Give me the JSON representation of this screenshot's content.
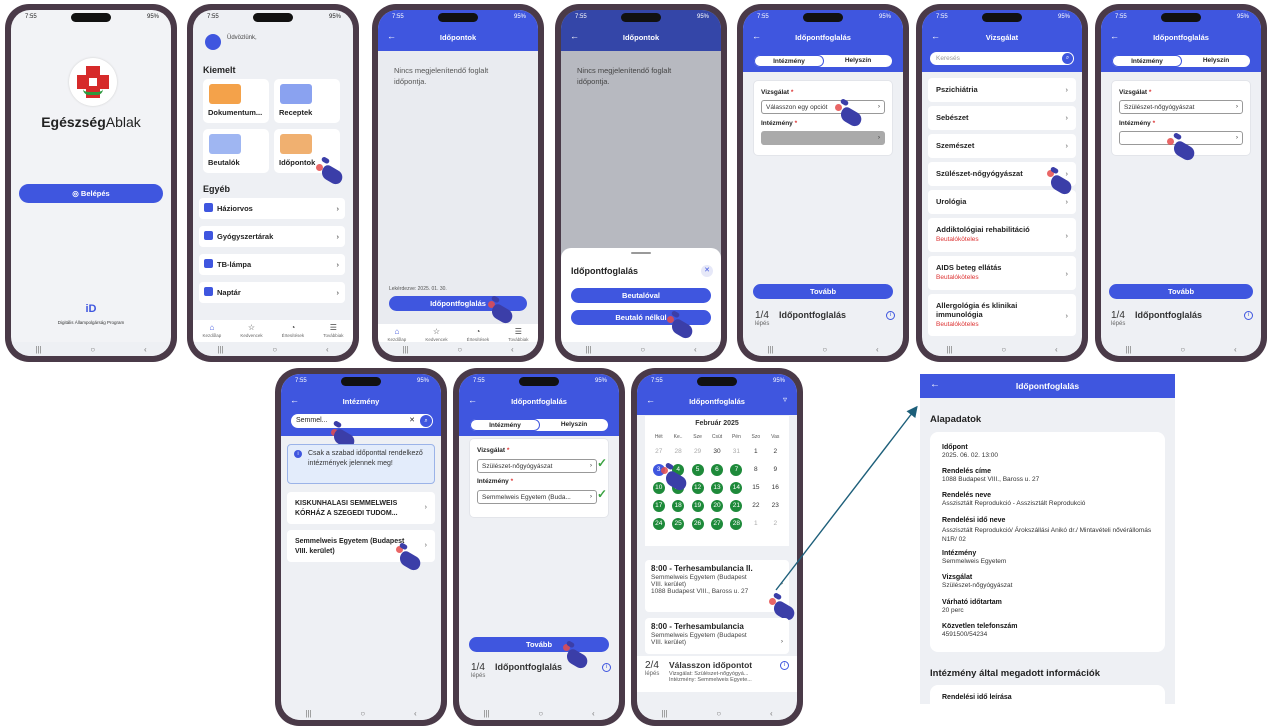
{
  "status": {
    "time": "7:55",
    "battery": "95%"
  },
  "p1": {
    "brand_bold": "Egészség",
    "brand_rest": "Ablak",
    "login": "Belépés",
    "program": "Digitális Állampolgárság Program",
    "id_logo": "iD"
  },
  "p2": {
    "greeting": "Üdvözlünk,",
    "kiemelt": "Kiemelt",
    "tiles": [
      "Dokumentum...",
      "Receptek",
      "Beutalók",
      "Időpontok"
    ],
    "egyeb": "Egyéb",
    "other": [
      "Háziorvos",
      "Gyógyszertárak",
      "TB-lámpa",
      "Naptár"
    ],
    "nav": [
      "Kezdőlap",
      "Kedvencek",
      "Értesítések",
      "Továbbiak"
    ]
  },
  "p3": {
    "title": "Időpontok",
    "empty": "Nincs megjelenítendő foglalt időpontja.",
    "updated": "Lekérdezve: 2025. 01. 30.",
    "book": "Időpontfoglalás"
  },
  "p4": {
    "title": "Időpontok",
    "empty": "Nincs megjelenítendő foglalt időpontja.",
    "sheet_title": "Időpontfoglalás",
    "opt1": "Beutalóval",
    "opt2": "Beutaló nélkül"
  },
  "p5": {
    "title": "Időpontfoglalás",
    "seg1": "Intézmény",
    "seg2": "Helyszín",
    "vizsgalat": "Vizsgálat",
    "intezmeny": "Intézmény",
    "select_ph": "Válasszon egy opciót",
    "next": "Tovább",
    "step": "1/4",
    "step_sub": "lépés",
    "step_title": "Időpontfoglalás"
  },
  "p6": {
    "title": "Vizsgálat",
    "search_ph": "Keresés",
    "items": [
      {
        "name": "Pszichiátria",
        "sub": ""
      },
      {
        "name": "Sebészet",
        "sub": ""
      },
      {
        "name": "Szemészet",
        "sub": ""
      },
      {
        "name": "Szülészet-nőgyógyászat",
        "sub": ""
      },
      {
        "name": "Urológia",
        "sub": ""
      },
      {
        "name": "Addiktológiai rehabilitáció",
        "sub": "Beutalóköteles"
      },
      {
        "name": "AIDS beteg ellátás",
        "sub": "Beutalóköteles"
      },
      {
        "name": "Allergológia és klinikai immunológia",
        "sub": "Beutalóköteles"
      }
    ]
  },
  "p7": {
    "title": "Időpontfoglalás",
    "seg1": "Intézmény",
    "seg2": "Helyszín",
    "vizsgalat": "Vizsgálat",
    "vizsgalat_val": "Szülészet-nőgyógyászat",
    "intezmeny": "Intézmény",
    "next": "Tovább",
    "step": "1/4",
    "step_sub": "lépés",
    "step_title": "Időpontfoglalás"
  },
  "p8": {
    "title": "Intézmény",
    "search_val": "Semmel...",
    "info": "Csak a szabad időponttal rendelkező intézmények jelennek meg!",
    "items": [
      "KISKUNHALASI SEMMELWEIS KÓRHÁZ A SZEGEDI TUDOM...",
      "Semmelweis Egyetem (Budapest VIII. kerület)"
    ]
  },
  "p9": {
    "title": "Időpontfoglalás",
    "seg1": "Intézmény",
    "seg2": "Helyszín",
    "vizsgalat": "Vizsgálat",
    "vizsgalat_val": "Szülészet-nőgyógyászat",
    "intezmeny": "Intézmény",
    "intezmeny_val": "Semmelweis Egyetem (Buda...",
    "next": "Tovább",
    "step": "1/4",
    "step_sub": "lépés",
    "step_title": "Időpontfoglalás"
  },
  "p10": {
    "month": "Február 2025",
    "weekdays": [
      "Hét",
      "Ke..",
      "Sze",
      "Csüt",
      "Pén",
      "Szo",
      "Vas"
    ],
    "days": [
      {
        "d": "27",
        "k": "o"
      },
      {
        "d": "28",
        "k": "o"
      },
      {
        "d": "29",
        "k": "o"
      },
      {
        "d": "30",
        "k": ""
      },
      {
        "d": "31",
        "k": "o"
      },
      {
        "d": "1",
        "k": ""
      },
      {
        "d": "2",
        "k": ""
      },
      {
        "d": "3",
        "k": "s"
      },
      {
        "d": "4",
        "k": "g"
      },
      {
        "d": "5",
        "k": "g"
      },
      {
        "d": "6",
        "k": "g"
      },
      {
        "d": "7",
        "k": "g"
      },
      {
        "d": "8",
        "k": ""
      },
      {
        "d": "9",
        "k": ""
      },
      {
        "d": "10",
        "k": "g"
      },
      {
        "d": "11",
        "k": "g"
      },
      {
        "d": "12",
        "k": "g"
      },
      {
        "d": "13",
        "k": "g"
      },
      {
        "d": "14",
        "k": "g"
      },
      {
        "d": "15",
        "k": ""
      },
      {
        "d": "16",
        "k": ""
      },
      {
        "d": "17",
        "k": "g"
      },
      {
        "d": "18",
        "k": "g"
      },
      {
        "d": "19",
        "k": "g"
      },
      {
        "d": "20",
        "k": "g"
      },
      {
        "d": "21",
        "k": "g"
      },
      {
        "d": "22",
        "k": ""
      },
      {
        "d": "23",
        "k": ""
      },
      {
        "d": "24",
        "k": "g"
      },
      {
        "d": "25",
        "k": "g"
      },
      {
        "d": "26",
        "k": "g"
      },
      {
        "d": "27",
        "k": "g"
      },
      {
        "d": "28",
        "k": "g"
      },
      {
        "d": "1",
        "k": "o"
      },
      {
        "d": "2",
        "k": "o"
      }
    ],
    "slots": [
      {
        "title": "8:00 - Terhesambulancia II.",
        "l1": "Semmelweis Egyetem (Budapest",
        "l2": "VIII. kerület)",
        "l3": "1088 Budapest VIII., Baross u. 27"
      },
      {
        "title": "8:00 - Terhesambulancia",
        "l1": "Semmelweis Egyetem (Budapest",
        "l2": "VIII. kerület)",
        "l3": ""
      }
    ],
    "step": "2/4",
    "step_sub": "lépés",
    "step_title": "Válasszon időpontot",
    "step_l1": "Vizsgálat: Szülészet-nőgyógyá...",
    "step_l2": "Intézmény: Semmelweis Egyete..."
  },
  "detail": {
    "title": "Időpontfoglalás",
    "section1": "Alapadatok",
    "fields": [
      {
        "k": "Időpont",
        "v": "2025. 06. 02. 13:00"
      },
      {
        "k": "Rendelés címe",
        "v": "1088 Budapest VIII., Baross u. 27"
      },
      {
        "k": "Rendelés neve",
        "v": "Asszisztált Reprodukció - Asszisztált Reprodukció"
      },
      {
        "k": "Rendelési idő neve",
        "v": "Asszisztált Reprodukció/ Árokszállási Anikó dr./ Mintavételi nővérállomás N1R/ 02"
      },
      {
        "k": "Intézmény",
        "v": "Semmelweis Egyetem"
      },
      {
        "k": "Vizsgálat",
        "v": "Szülészet-nőgyógyászat"
      },
      {
        "k": "Várható időtartam",
        "v": "20 perc"
      },
      {
        "k": "Közvetlen telefonszám",
        "v": "4591500/54234"
      }
    ],
    "section2": "Intézmény által megadott információk",
    "field2": "Rendelési idő leírása"
  }
}
